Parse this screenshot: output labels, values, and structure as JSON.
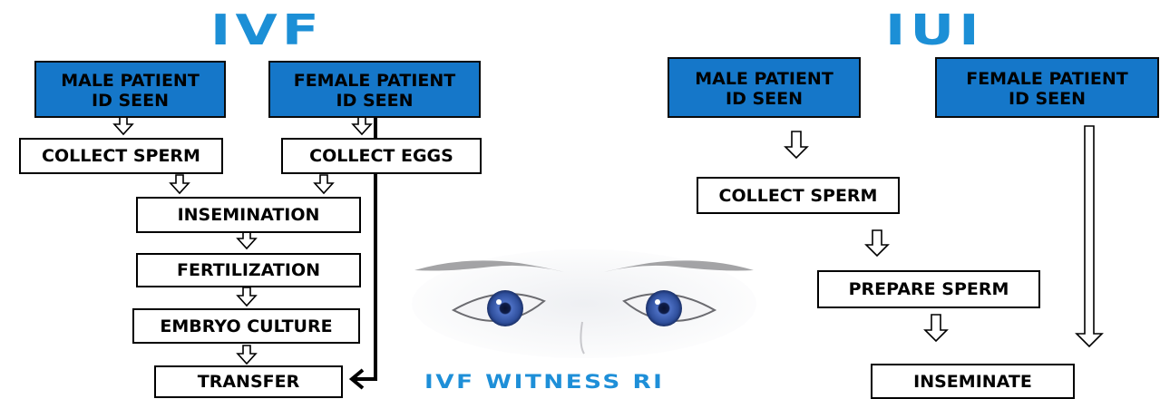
{
  "ivf": {
    "title": "IVF",
    "male_patient": "MALE PATIENT\nID SEEN",
    "female_patient": "FEMALE PATIENT\nID SEEN",
    "collect_sperm": "COLLECT SPERM",
    "collect_eggs": "COLLECT EGGS",
    "insemination": "INSEMINATION",
    "fertilization": "FERTILIZATION",
    "embryo_culture": "EMBRYO CULTURE",
    "transfer": "TRANSFER"
  },
  "iui": {
    "title": "IUI",
    "male_patient": "MALE PATIENT\nID SEEN",
    "female_patient": "FEMALE PATIENT\nID SEEN",
    "collect_sperm": "COLLECT SPERM",
    "prepare_sperm": "PREPARE SPERM",
    "inseminate": "INSEMINATE"
  },
  "logo": {
    "text": "IVF WITNESS RI"
  },
  "colors": {
    "title": "#1c8fd6",
    "header_box": "#1577c9",
    "iris": "#3d5fb0"
  }
}
